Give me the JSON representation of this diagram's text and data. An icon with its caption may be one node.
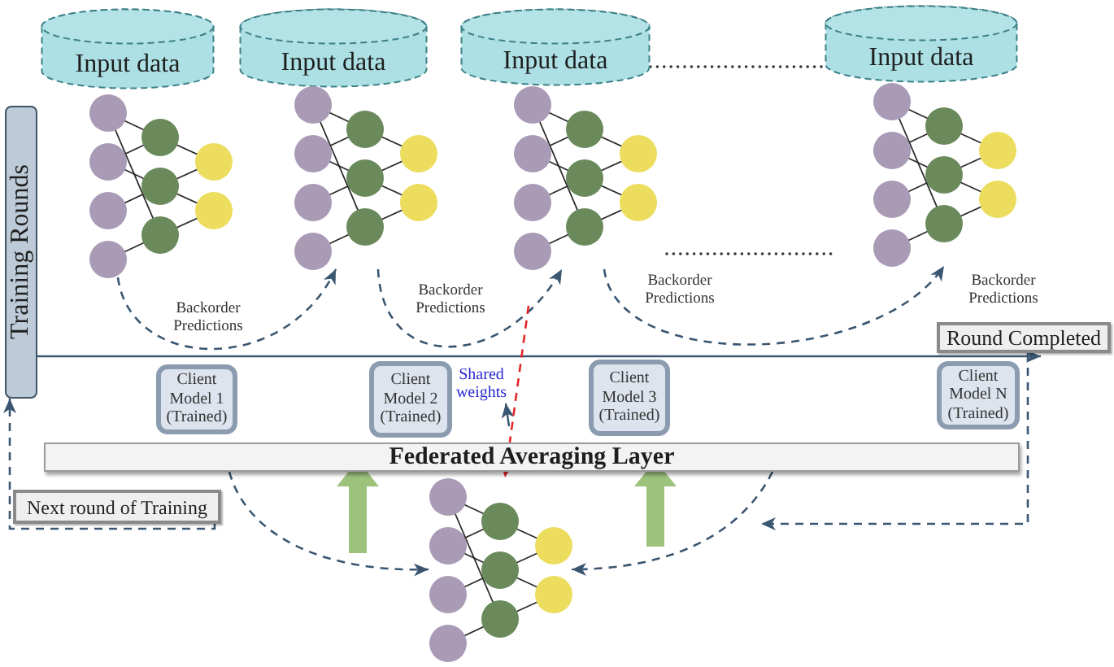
{
  "diagram": {
    "nodes": [
      {
        "text": [
          "Training Rounds"
        ]
      },
      {
        "text": [
          "Input data"
        ]
      },
      {
        "text": [
          "Input data"
        ]
      },
      {
        "text": [
          "Input data"
        ]
      },
      {
        "text": [
          "Input data"
        ]
      },
      {
        "text": [],
        "shape": "picture",
        "beside": [
          "Backorder Predictions"
        ]
      },
      {
        "text": [],
        "shape": "picture",
        "beside": [
          "Backorder Predictions"
        ]
      },
      {
        "text": [],
        "shape": "picture",
        "beside": [
          "Backorder Predictions"
        ]
      },
      {
        "text": [],
        "shape": "picture",
        "beside": [
          "Backorder Predictions"
        ]
      },
      {
        "text": [
          "Round Completed"
        ]
      },
      {
        "text": [
          "Client Model 1 (Trained)"
        ]
      },
      {
        "text": [
          "Client Model 2 (Trained)"
        ]
      },
      {
        "text": [
          "Shared weights"
        ]
      },
      {
        "text": [
          "Client Model 3 (Trained)"
        ]
      },
      {
        "text": [
          "Client Model N (Trained)"
        ]
      },
      {
        "text": [
          "Federated Averaging Layer"
        ]
      },
      {
        "text": [
          "Next round of Training"
        ]
      },
      {
        "text": [],
        "shape": "picture"
      }
    ],
    "edges": [
      {
        "from": 5,
        "to": 6,
        "arrow": "to",
        "style": "dashed"
      },
      {
        "from": 6,
        "to": 7,
        "arrow": "to",
        "style": "dashed"
      },
      {
        "from": 7,
        "to": 8,
        "arrow": "to",
        "style": "dashed"
      },
      {
        "from": 0,
        "to": 9,
        "arrow": "to"
      },
      {
        "from": 9,
        "to": null,
        "arrow": "to",
        "style": "dashed"
      },
      {
        "from": null,
        "to": 12,
        "arrow": "to"
      },
      {
        "from": null,
        "to": 17,
        "arrow": "to",
        "style": "dashed",
        "color": "#e3262a"
      },
      {
        "from": null,
        "to": 15,
        "arrow": "to",
        "style": "thick",
        "color": "#9dc27c"
      },
      {
        "from": null,
        "to": 15,
        "arrow": "to",
        "style": "thick",
        "color": "#9dc27c"
      },
      {
        "from": 15,
        "to": 17,
        "arrow": "to",
        "style": "dashed"
      },
      {
        "from": 15,
        "to": 17,
        "arrow": "to",
        "style": "dashed"
      },
      {
        "from": 16,
        "to": 0,
        "arrow": "to",
        "style": "dashed"
      },
      {
        "from": 3,
        "to": 4,
        "arrow": "none",
        "style": "dashed",
        "color": "#333333"
      }
    ]
  }
}
